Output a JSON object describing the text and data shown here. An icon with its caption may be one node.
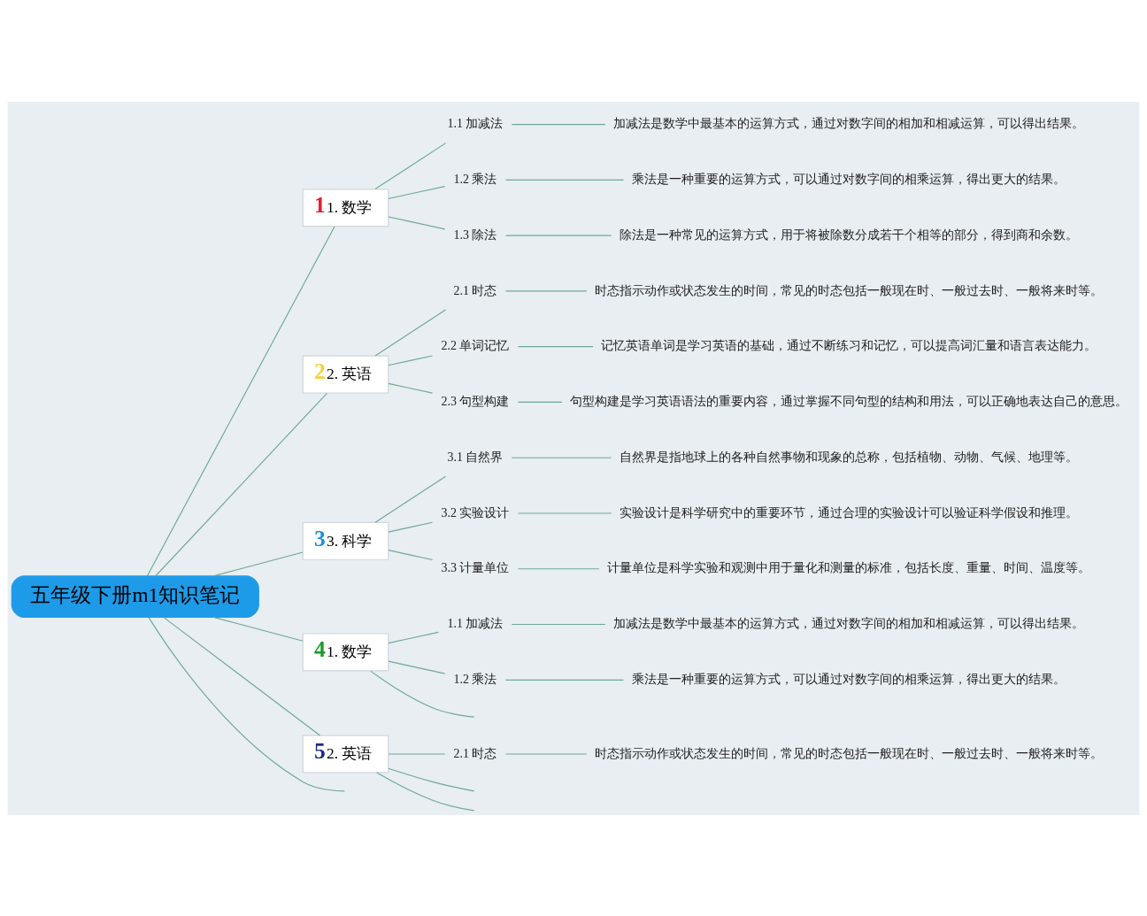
{
  "diagram": {
    "nodes": [
      {
        "text": [
          "五年级下册m1知识笔记"
        ]
      },
      {
        "text": [
          "1",
          "1. 数学"
        ]
      },
      {
        "text": [
          "1.1 加减法"
        ]
      },
      {
        "text": [
          "加减法是数学中最基本的运算方式，通过对数字间的相加和相减运算，可以得出结果。"
        ]
      },
      {
        "text": [
          "1.2 乘法"
        ]
      },
      {
        "text": [
          "乘法是一种重要的运算方式，可以通过对数字间的相乘运算，得出更大的结果。"
        ]
      },
      {
        "text": [
          "1.3 除法"
        ]
      },
      {
        "text": [
          "除法是一种常见的运算方式，用于将被除数分成若干个相等的部分，得到商和余数。"
        ]
      },
      {
        "text": [
          "2",
          "2. 英语"
        ]
      },
      {
        "text": [
          "2.1 时态"
        ]
      },
      {
        "text": [
          "时态指示动作或状态发生的时间，常见的时态包括一般现在时、一般过去时、一般将来时等。"
        ]
      },
      {
        "text": [
          "2.2 单词记忆"
        ]
      },
      {
        "text": [
          "记忆英语单词是学习英语的基础，通过不断练习和记忆，可以提高词汇量和语言表达能力。"
        ]
      },
      {
        "text": [
          "2.3 句型构建"
        ]
      },
      {
        "text": [
          "句型构建是学习英语语法的重要内容，通过掌握不同句型的结构和用法，可以正确地表达自己的意思。"
        ]
      },
      {
        "text": [
          "3",
          "3. 科学"
        ]
      },
      {
        "text": [
          "3.1 自然界"
        ]
      },
      {
        "text": [
          "自然界是指地球上的各种自然事物和现象的总称，包括植物、动物、气候、地理等。"
        ]
      },
      {
        "text": [
          "3.2 实验设计"
        ]
      },
      {
        "text": [
          "实验设计是科学研究中的重要环节，通过合理的实验设计可以验证科学假设和推理。"
        ]
      },
      {
        "text": [
          "3.3 计量单位"
        ]
      },
      {
        "text": [
          "计量单位是科学实验和观测中用于量化和测量的标准，包括长度、重量、时间、温度等。"
        ]
      },
      {
        "text": [
          "4",
          "1. 数学"
        ]
      },
      {
        "text": [
          "1.1 加减法"
        ]
      },
      {
        "text": [
          "加减法是数学中最基本的运算方式，通过对数字间的相加和相减运算，可以得出结果。"
        ]
      },
      {
        "text": [
          "1.2 乘法"
        ]
      },
      {
        "text": [
          "乘法是一种重要的运算方式，可以通过对数字间的相乘运算，得出更大的结果。"
        ]
      },
      {
        "text": [
          "5",
          "2. 英语"
        ]
      },
      {
        "text": [
          "2.1 时态"
        ]
      },
      {
        "text": [
          "时态指示动作或状态发生的时间，常见的时态包括一般现在时、一般过去时、一般将来时等。"
        ]
      }
    ],
    "edges": [
      {
        "from": 0,
        "to": 1,
        "arrow": "none"
      },
      {
        "from": 1,
        "to": 2,
        "arrow": "none"
      },
      {
        "from": 2,
        "to": 3,
        "arrow": "none"
      },
      {
        "from": 1,
        "to": 4,
        "arrow": "none"
      },
      {
        "from": 4,
        "to": 5,
        "arrow": "none"
      },
      {
        "from": 1,
        "to": 6,
        "arrow": "none"
      },
      {
        "from": 6,
        "to": 7,
        "arrow": "none"
      },
      {
        "from": 0,
        "to": 8,
        "arrow": "none"
      },
      {
        "from": 8,
        "to": 9,
        "arrow": "none"
      },
      {
        "from": 9,
        "to": 10,
        "arrow": "none"
      },
      {
        "from": 8,
        "to": 11,
        "arrow": "none"
      },
      {
        "from": 11,
        "to": 12,
        "arrow": "none"
      },
      {
        "from": 8,
        "to": 13,
        "arrow": "none"
      },
      {
        "from": 13,
        "to": 14,
        "arrow": "none"
      },
      {
        "from": 0,
        "to": 15,
        "arrow": "none"
      },
      {
        "from": 15,
        "to": 16,
        "arrow": "none"
      },
      {
        "from": 16,
        "to": 17,
        "arrow": "none"
      },
      {
        "from": 15,
        "to": 18,
        "arrow": "none"
      },
      {
        "from": 18,
        "to": 19,
        "arrow": "none"
      },
      {
        "from": 15,
        "to": 20,
        "arrow": "none"
      },
      {
        "from": 20,
        "to": 21,
        "arrow": "none"
      },
      {
        "from": 0,
        "to": 22,
        "arrow": "none"
      },
      {
        "from": 22,
        "to": 23,
        "arrow": "none"
      },
      {
        "from": 23,
        "to": 24,
        "arrow": "none"
      },
      {
        "from": 22,
        "to": 25,
        "arrow": "none"
      },
      {
        "from": 25,
        "to": 26,
        "arrow": "none"
      },
      {
        "from": 22,
        "to": null,
        "arrow": "none"
      },
      {
        "from": 0,
        "to": 27,
        "arrow": "none"
      },
      {
        "from": 27,
        "to": 28,
        "arrow": "none"
      },
      {
        "from": 28,
        "to": 29,
        "arrow": "none"
      },
      {
        "from": 27,
        "to": null,
        "arrow": "none"
      },
      {
        "from": 27,
        "to": null,
        "arrow": "none"
      },
      {
        "from": 0,
        "to": null,
        "arrow": "none"
      }
    ]
  }
}
